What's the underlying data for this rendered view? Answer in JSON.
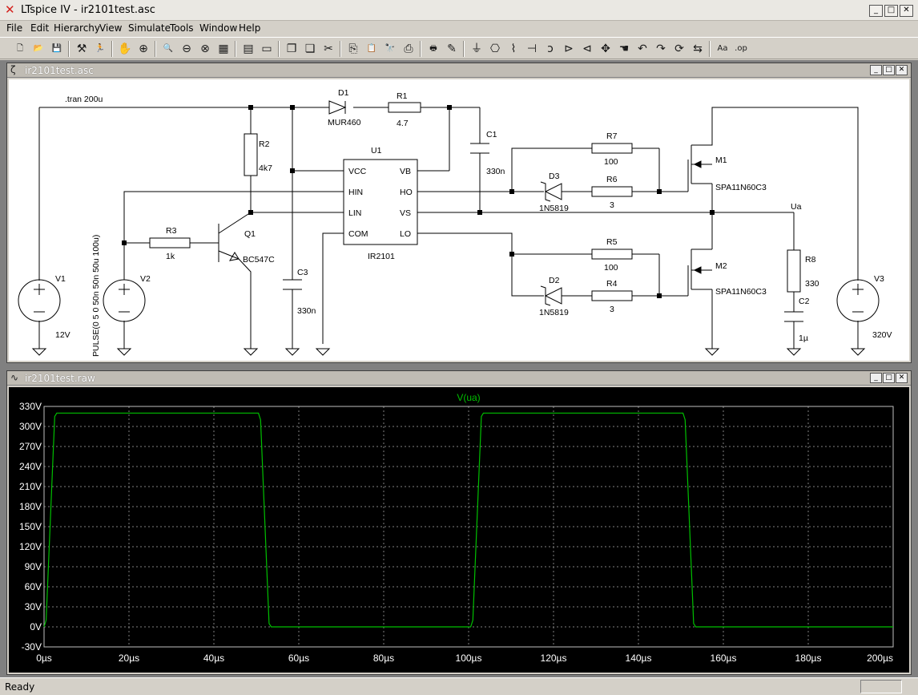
{
  "window": {
    "title": "LTspice IV - ir2101test.asc",
    "buttons": [
      "_",
      "□",
      "✕"
    ]
  },
  "menu": [
    {
      "label": "File",
      "accel": "F"
    },
    {
      "label": "Edit",
      "accel": "E"
    },
    {
      "label": "Hierarchy",
      "accel": "H"
    },
    {
      "label": "View",
      "accel": "V"
    },
    {
      "label": "Simulate",
      "accel": "S"
    },
    {
      "label": "Tools",
      "accel": "T"
    },
    {
      "label": "Window",
      "accel": "W"
    },
    {
      "label": "Help",
      "accel": "H"
    }
  ],
  "toolbar": [
    {
      "icon": "new-schematic-icon",
      "glyph": "🗋"
    },
    {
      "icon": "open-icon",
      "glyph": "📂"
    },
    {
      "icon": "save-icon",
      "glyph": "💾"
    },
    {
      "icon": "control-panel-icon",
      "glyph": "⚒"
    },
    {
      "icon": "run-icon",
      "glyph": "🏃"
    },
    {
      "icon": "halt-icon",
      "glyph": "✋"
    },
    {
      "icon": "zoom-in-icon",
      "glyph": "⊕"
    },
    {
      "icon": "pan-icon",
      "glyph": "🔍"
    },
    {
      "icon": "zoom-out-icon",
      "glyph": "⊖"
    },
    {
      "icon": "zoom-cancel-icon",
      "glyph": "⊗"
    },
    {
      "icon": "autorange-icon",
      "glyph": "▦"
    },
    {
      "icon": "grid-icon",
      "glyph": "▤"
    },
    {
      "icon": "tile-horizontal-icon",
      "glyph": "▭"
    },
    {
      "icon": "cascade-icon",
      "glyph": "❐"
    },
    {
      "icon": "tile-vertical-icon",
      "glyph": "❏"
    },
    {
      "icon": "cut-icon",
      "glyph": "✂"
    },
    {
      "icon": "copy-icon",
      "glyph": "⎘"
    },
    {
      "icon": "paste-icon",
      "glyph": "📋"
    },
    {
      "icon": "find-icon",
      "glyph": "🔭"
    },
    {
      "icon": "print-setup-icon",
      "glyph": "⎙"
    },
    {
      "icon": "print-icon",
      "glyph": "🖶"
    },
    {
      "icon": "draw-wire-icon",
      "glyph": "✎"
    },
    {
      "icon": "ground-icon",
      "glyph": "⏚"
    },
    {
      "icon": "label-net-icon",
      "glyph": "⎔"
    },
    {
      "icon": "resistor-icon",
      "glyph": "⌇"
    },
    {
      "icon": "capacitor-icon",
      "glyph": "⊣"
    },
    {
      "icon": "inductor-icon",
      "glyph": "ↄ"
    },
    {
      "icon": "diode-icon",
      "glyph": "⊳"
    },
    {
      "icon": "component-icon",
      "glyph": "⊲"
    },
    {
      "icon": "move-icon",
      "glyph": "✥"
    },
    {
      "icon": "drag-icon",
      "glyph": "☚"
    },
    {
      "icon": "undo-icon",
      "glyph": "↶"
    },
    {
      "icon": "redo-icon",
      "glyph": "↷"
    },
    {
      "icon": "rotate-icon",
      "glyph": "⟳"
    },
    {
      "icon": "mirror-icon",
      "glyph": "⇆"
    },
    {
      "icon": "text-icon",
      "glyph": "Aa"
    },
    {
      "icon": "spice-directive-icon",
      "glyph": ".op"
    }
  ],
  "schematic": {
    "title": "ir2101test.asc",
    "directive": ".tran 200u",
    "components": {
      "D1": {
        "ref": "D1",
        "value": "MUR460"
      },
      "R1": {
        "ref": "R1",
        "value": "4.7"
      },
      "R2": {
        "ref": "R2",
        "value": "4k7"
      },
      "C1": {
        "ref": "C1",
        "value": "330n"
      },
      "U1": {
        "ref": "U1",
        "value": "IR2101"
      },
      "R7": {
        "ref": "R7",
        "value": "100"
      },
      "D3": {
        "ref": "D3",
        "value": "1N5819"
      },
      "R6": {
        "ref": "R6",
        "value": "3"
      },
      "M1": {
        "ref": "M1",
        "value": "SPA11N60C3"
      },
      "R3": {
        "ref": "R3",
        "value": "1k"
      },
      "Q1": {
        "ref": "Q1",
        "value": "BC547C"
      },
      "V1": {
        "ref": "V1",
        "value": "12V"
      },
      "V2": {
        "ref": "V2",
        "value": "PULSE(0 5 0 50n 50n 50u 100u)"
      },
      "C3": {
        "ref": "C3",
        "value": "330n"
      },
      "R5": {
        "ref": "R5",
        "value": "100"
      },
      "D2": {
        "ref": "D2",
        "value": "1N5819"
      },
      "R4": {
        "ref": "R4",
        "value": "3"
      },
      "M2": {
        "ref": "M2",
        "value": "SPA11N60C3"
      },
      "R8": {
        "ref": "R8",
        "value": "330"
      },
      "C2": {
        "ref": "C2",
        "value": "1µ"
      },
      "V3": {
        "ref": "V3",
        "value": "320V"
      }
    },
    "ic_pins": {
      "left": [
        "VCC",
        "HIN",
        "LIN",
        "COM"
      ],
      "right": [
        "VB",
        "HO",
        "VS",
        "LO"
      ]
    },
    "net_label": "Ua"
  },
  "waveform": {
    "title": "ir2101test.raw",
    "trace_label": "V(ua)",
    "trace_color": "#00c000",
    "y_ticks": [
      "330V",
      "300V",
      "270V",
      "240V",
      "210V",
      "180V",
      "150V",
      "120V",
      "90V",
      "60V",
      "30V",
      "0V",
      "-30V"
    ],
    "x_ticks": [
      "0µs",
      "20µs",
      "40µs",
      "60µs",
      "80µs",
      "100µs",
      "120µs",
      "140µs",
      "160µs",
      "180µs",
      "200µs"
    ]
  },
  "chart_data": {
    "type": "line",
    "title": "V(ua)",
    "xlabel": "",
    "ylabel": "",
    "xlim": [
      0,
      200
    ],
    "ylim": [
      -30,
      330
    ],
    "grid": true,
    "series": [
      {
        "name": "V(ua)",
        "x": [
          0,
          0.5,
          2.5,
          3,
          50.5,
          51,
          53,
          53.5,
          100.5,
          101,
          103,
          103.5,
          150.5,
          151,
          153,
          153.5,
          200
        ],
        "y": [
          0,
          10,
          315,
          320,
          320,
          310,
          5,
          0,
          0,
          10,
          315,
          320,
          320,
          310,
          5,
          0,
          0
        ]
      }
    ]
  },
  "status": {
    "text": "Ready"
  }
}
